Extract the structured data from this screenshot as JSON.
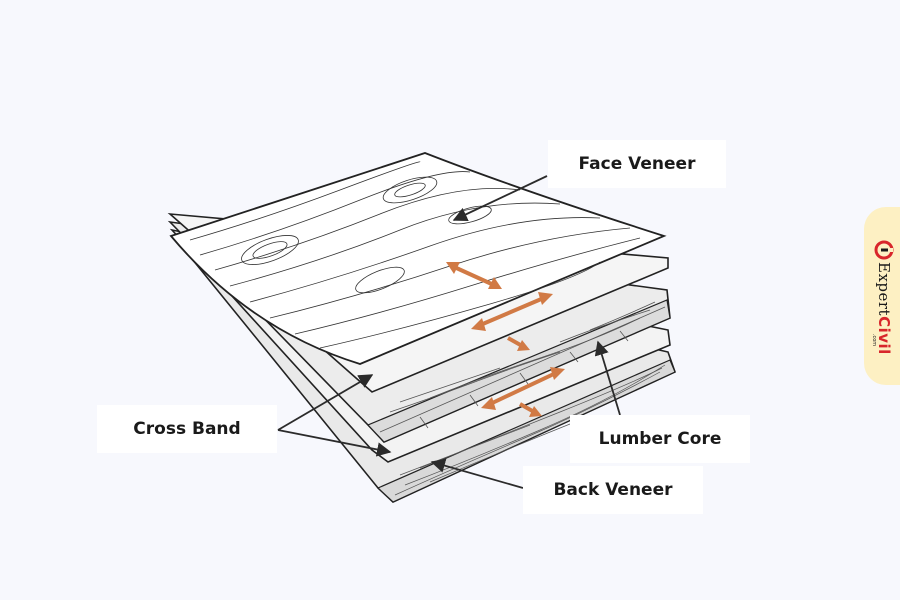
{
  "labels": {
    "face_veneer": "Face Veneer",
    "cross_band": "Cross Band",
    "lumber_core": "Lumber Core",
    "back_veneer": "Back Veneer"
  },
  "logo": {
    "name_part1": "Expert",
    "name_part2": "Civil",
    "suffix": ".com"
  },
  "colors": {
    "background": "#f7f8fd",
    "grain_arrow": "#d17a45",
    "logo_tab": "#fdf0c3",
    "logo_accent": "#d8262b",
    "line": "#2b2b2b"
  }
}
